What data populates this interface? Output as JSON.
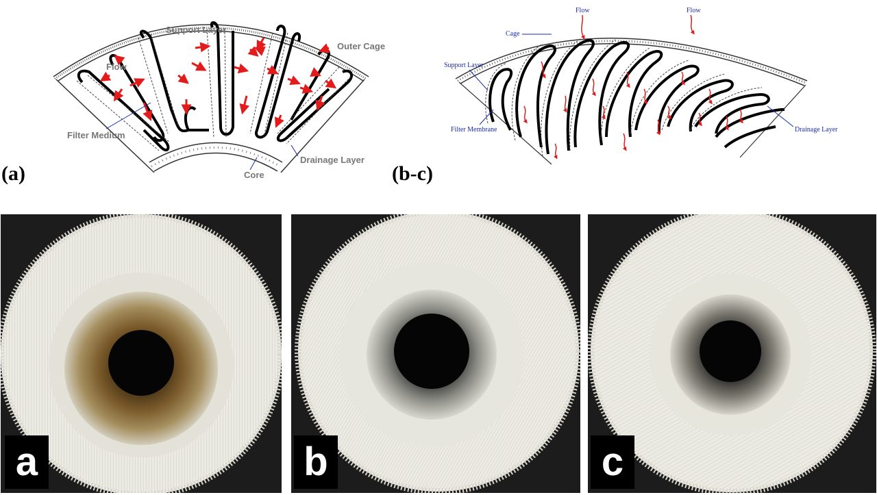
{
  "panels": {
    "top_left_label": "(a)",
    "top_right_label": "(b-c)"
  },
  "diagram_a": {
    "labels": {
      "support_layer": "Support Layer",
      "outer_cage": "Outer Cage",
      "flow": "Flow",
      "filter_medium": "Filter Medium",
      "drainage_layer": "Drainage Layer",
      "core": "Core"
    }
  },
  "diagram_bc": {
    "labels": {
      "flow_1": "Flow",
      "flow_2": "Flow",
      "cage": "Cage",
      "support_layer": "Support Layer",
      "filter_membrane": "Filter Membrane",
      "drainage_layer": "Drainage Layer"
    }
  },
  "photos": {
    "a_letter": "a",
    "b_letter": "b",
    "c_letter": "c"
  },
  "colors": {
    "flow_arrow": "#e31b1b",
    "label_blue": "#1a2bb0",
    "label_grey": "#777777",
    "filter_white": "#ecebe3",
    "stain_brown": "#7a5a2a"
  }
}
